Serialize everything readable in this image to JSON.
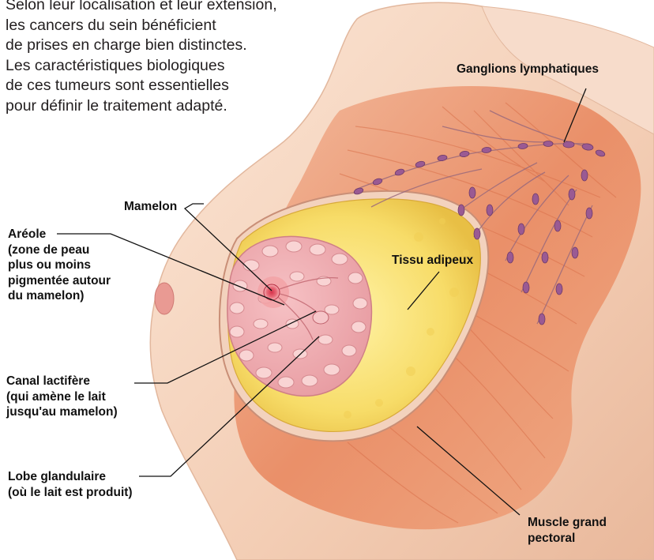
{
  "intro": {
    "lines": [
      "Selon leur localisation et leur extension,",
      "les cancers du sein bénéficient",
      "de prises en charge bien distinctes.",
      "Les caractéristiques biologiques",
      "de ces tumeurs sont essentielles",
      "pour définir le traitement adapté."
    ]
  },
  "labels": {
    "ganglions": "Ganglions lymphatiques",
    "mamelon": "Mamelon",
    "areole": [
      "Aréole",
      "(zone de peau",
      "plus ou moins",
      "pigmentée autour",
      "du mamelon)"
    ],
    "tissu": "Tissu adipeux",
    "canal": [
      "Canal lactifère",
      "(qui amène le lait",
      "jusqu'au mamelon)"
    ],
    "lobe": [
      "Lobe glandulaire",
      "(où le lait est produit)"
    ],
    "muscle": [
      "Muscle grand",
      "pectoral"
    ]
  }
}
